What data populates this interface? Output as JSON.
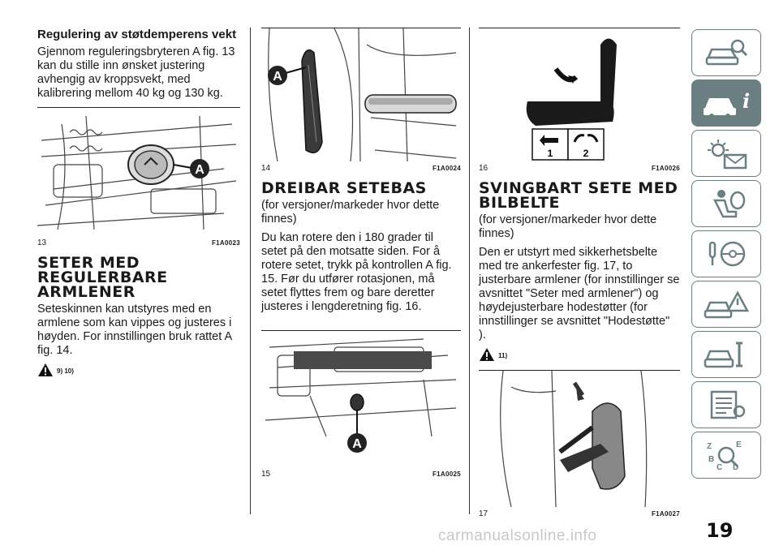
{
  "col1": {
    "subheading": "Regulering av støtdemperens vekt",
    "intro": "Gjennom reguleringsbryteren A fig. 13 kan du stille inn ønsket justering avhengig av kroppsvekt, med kalibrering mellom 40 kg og 130 kg.",
    "fig13": {
      "number": "13",
      "code": "F1A0023",
      "callout": "A"
    },
    "heading": "SETER MED REGULERBARE ARMLENER",
    "body": "Seteskinnen kan utstyres med en armlene som kan vippes og justeres i høyden. For innstillingen bruk rattet A fig. 14.",
    "warning_refs": "9) 10)"
  },
  "col2": {
    "fig14": {
      "number": "14",
      "code": "F1A0024",
      "callout": "A"
    },
    "heading": "DREIBAR SETEBAS",
    "note": "(for versjoner/markeder hvor dette finnes)",
    "body": "Du kan rotere den i 180 grader til setet på den motsatte siden. For å rotere setet, trykk på kontrollen A fig. 15. Før du utfører rotasjonen, må setet flyttes frem og bare deretter justeres i lengderetning fig. 16.",
    "fig15": {
      "number": "15",
      "code": "F1A0025",
      "callout": "A"
    }
  },
  "col3": {
    "fig16": {
      "number": "16",
      "code": "F1A0026",
      "label1": "1",
      "label2": "2"
    },
    "heading": "SVINGBART SETE MED BILBELTE",
    "note": "(for versjoner/markeder hvor dette finnes)",
    "body": "Den er utstyrt med sikkerhetsbelte med tre ankerfester fig. 17, to justerbare armlener (for innstillinger se avsnittet \"Seter med armlener\") og høydejusterbare hodestøtter (for innstillinger se avsnittet \"Hodestøtte\" ).",
    "warning_refs": "11)",
    "fig17": {
      "number": "17",
      "code": "F1A0027"
    }
  },
  "sidebar": {
    "tabs": [
      {
        "icon": "car-search-icon",
        "active": false
      },
      {
        "icon": "car-info-icon",
        "active": true
      },
      {
        "icon": "warning-lights-icon",
        "active": false
      },
      {
        "icon": "airbag-seat-icon",
        "active": false
      },
      {
        "icon": "steering-key-icon",
        "active": false
      },
      {
        "icon": "emergency-car-icon",
        "active": false
      },
      {
        "icon": "car-maintenance-icon",
        "active": false
      },
      {
        "icon": "specifications-list-icon",
        "active": false
      },
      {
        "icon": "alphabetical-index-icon",
        "active": false
      }
    ],
    "accent_color": "#6b7e82"
  },
  "page_number": "19",
  "watermark": "carmanualsonline.info"
}
